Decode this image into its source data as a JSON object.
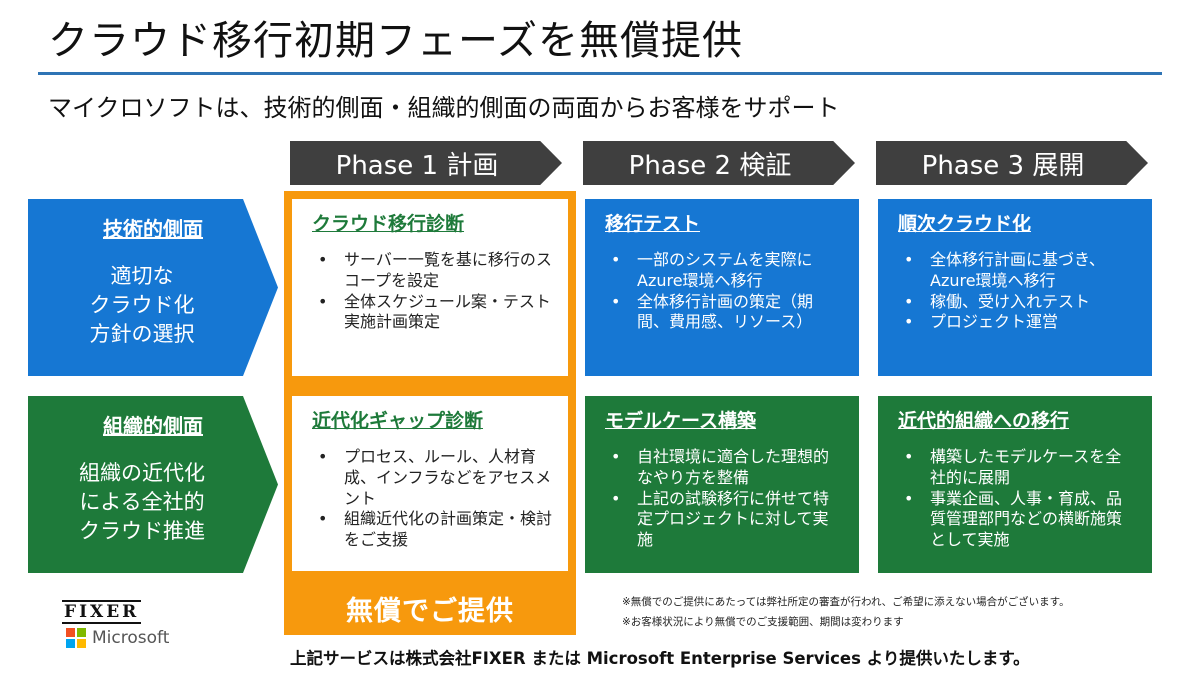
{
  "title": "クラウド移行初期フェーズを無償提供",
  "subtitle": "マイクロソフトは、技術的側面・組織的側面の両面からお客様をサポート",
  "phases": [
    {
      "label": "Phase 1 計画"
    },
    {
      "label": "Phase 2 検証"
    },
    {
      "label": "Phase 3 展開"
    }
  ],
  "rows": [
    {
      "heading": "技術的側面",
      "description": "適切な\nクラウド化\n方針の選択",
      "color": "#1677d3",
      "cells": [
        {
          "title": "クラウド移行診断",
          "items": [
            "サーバー一覧を基に移行のスコープを設定",
            "全体スケジュール案・テスト実施計画策定"
          ]
        },
        {
          "title": "移行テスト",
          "items": [
            "一部のシステムを実際に Azure環境へ移行",
            "全体移行計画の策定（期間、費用感、リソース）"
          ]
        },
        {
          "title": "順次クラウド化",
          "items": [
            "全体移行計画に基づき、Azure環境へ移行",
            "稼働、受け入れテスト",
            "プロジェクト運営"
          ]
        }
      ]
    },
    {
      "heading": "組織的側面",
      "description": "組織の近代化\nによる全社的\nクラウド推進",
      "color": "#1e7a3a",
      "cells": [
        {
          "title": "近代化ギャップ診断",
          "items": [
            "プロセス、ルール、人材育成、インフラなどをアセスメント",
            "組織近代化の計画策定・検討をご支援"
          ]
        },
        {
          "title": "モデルケース構築",
          "items": [
            "自社環境に適合した理想的なやり方を整備",
            "上記の試験移行に併せて特定プロジェクトに対して実施"
          ]
        },
        {
          "title": "近代的組織への移行",
          "items": [
            "構築したモデルケースを全社的に展開",
            "事業企画、人事・育成、品質管理部門などの横断施策として実施"
          ]
        }
      ]
    }
  ],
  "free_banner": "無償でご提供",
  "accent_color": "#f7990d",
  "notes": [
    "※無償でのご提供にあたっては弊社所定の審査が行われ、ご希望に添えない場合がございます。",
    "※お客様状況により無償でのご支援範囲、期間は変わります"
  ],
  "footer": "上記サービスは株式会社FIXER または Microsoft Enterprise Services より提供いたします。",
  "logos": {
    "fixer": "FIXER",
    "microsoft": "Microsoft",
    "microsoft_icon": "microsoft-four-squares-icon",
    "microsoft_colors": [
      "#f25022",
      "#7fba00",
      "#00a4ef",
      "#ffb900"
    ]
  }
}
